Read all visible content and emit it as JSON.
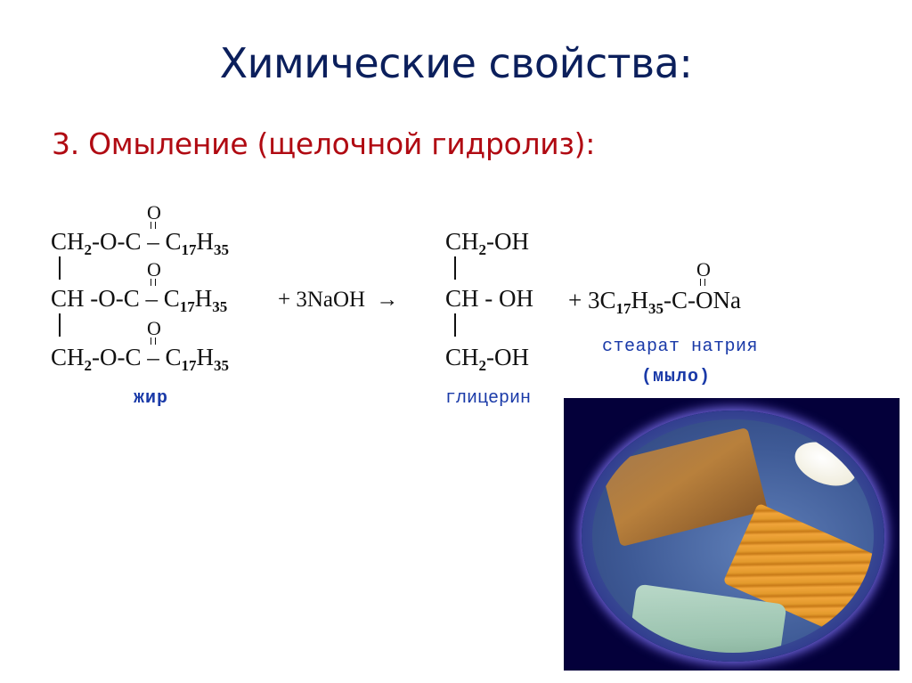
{
  "slide": {
    "title": "Химические свойства:",
    "subtitle": "3. Омыление (щелочной гидролиз):"
  },
  "reaction": {
    "fat": {
      "rows": [
        {
          "head": "CH",
          "head_sub": "2",
          "link": "-O-C",
          "tail_c": "C",
          "tail_c_sub": "17",
          "tail_h": "H",
          "tail_h_sub": "35"
        },
        {
          "head": "CH",
          "head_sub": "",
          "link": " -O-C",
          "tail_c": "C",
          "tail_c_sub": "17",
          "tail_h": "H",
          "tail_h_sub": "35"
        },
        {
          "head": "CH",
          "head_sub": "2",
          "link": "-O-C",
          "tail_c": "C",
          "tail_c_sub": "17",
          "tail_h": "H",
          "tail_h_sub": "35"
        }
      ],
      "carbonyl_o": "O",
      "label": "жир"
    },
    "reagent": "+ 3NaOH",
    "arrow": "→",
    "glycerol": {
      "rows": [
        {
          "head": "CH",
          "head_sub": "2",
          "tail": "-OH"
        },
        {
          "head": "CH",
          "head_sub": "",
          "tail": " - OH"
        },
        {
          "head": "CH",
          "head_sub": "2",
          "tail": "-OH"
        }
      ],
      "label": "глицерин"
    },
    "soap": {
      "prefix": "+ 3C",
      "c_sub": "17",
      "h": "H",
      "h_sub": "35",
      "tail": "-C-ONa",
      "carbonyl_o": "O",
      "label": "стеарат натрия",
      "label2": "(мыло)"
    }
  },
  "image": {
    "description": "photo of soap bars in oval frame"
  },
  "colors": {
    "title": "#0b1f5c",
    "subtitle": "#b00a12",
    "label_blue": "#1a3aa8",
    "photo_bg": "#04003a"
  }
}
